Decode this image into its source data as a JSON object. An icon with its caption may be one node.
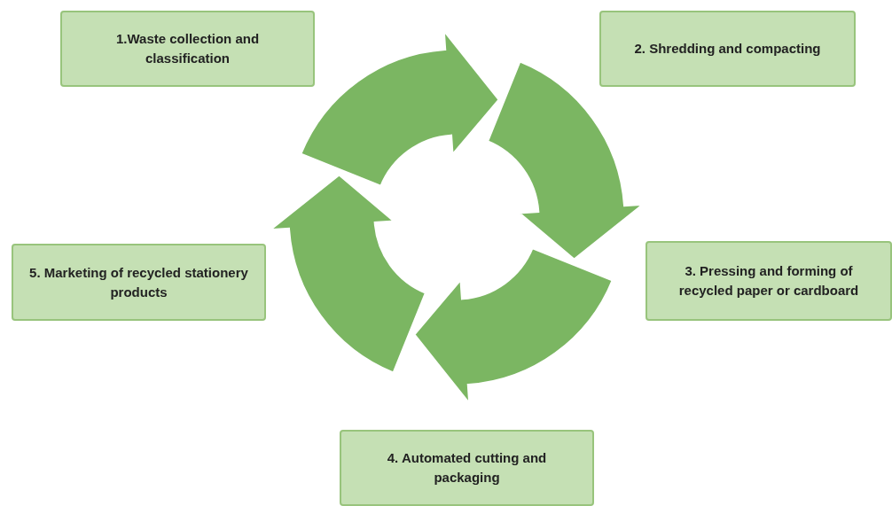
{
  "diagram": {
    "nodes": [
      {
        "text": [
          "1.Waste collection and classification"
        ]
      },
      {
        "text": [
          "2. Shredding and compacting"
        ]
      },
      {
        "text": [
          "3. Pressing and forming of recycled paper or cardboard"
        ]
      },
      {
        "text": [
          "4. Automated cutting and packaging"
        ]
      },
      {
        "text": [
          "5. Marketing of recycled stationery products"
        ]
      }
    ]
  }
}
